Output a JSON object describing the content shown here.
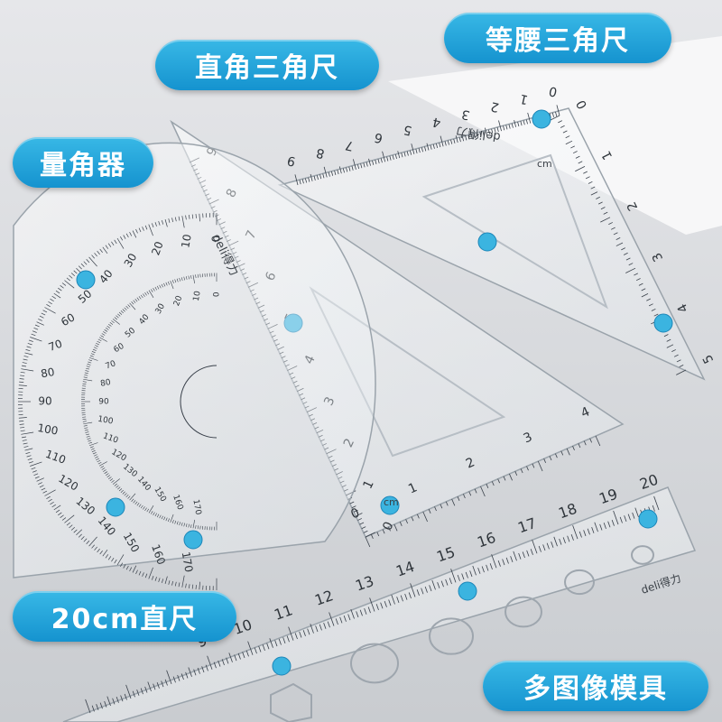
{
  "labels": {
    "right_triangle": "直角三角尺",
    "isosceles_triangle": "等腰三角尺",
    "protractor": "量角器",
    "ruler": "20cm直尺",
    "templates": "多图像模具"
  },
  "brand": "deli得力",
  "unit": "cm",
  "ruler_numbers": [
    "9",
    "10",
    "11",
    "12",
    "13",
    "14",
    "15",
    "16",
    "17",
    "18",
    "19",
    "20"
  ],
  "protractor_outer": [
    "0",
    "10",
    "20",
    "30",
    "40",
    "50",
    "60",
    "70",
    "80",
    "90",
    "100",
    "110",
    "120",
    "130",
    "140",
    "150",
    "160",
    "170"
  ],
  "protractor_inner": [
    "0",
    "10",
    "20",
    "30",
    "40",
    "50",
    "60",
    "70",
    "80",
    "90",
    "100",
    "110",
    "120",
    "130",
    "140",
    "150",
    "160",
    "170"
  ],
  "triangle_big_numbers": [
    "0",
    "1",
    "2",
    "3",
    "4",
    "5",
    "6",
    "7",
    "8",
    "9"
  ],
  "triangle_base_numbers": [
    "0",
    "1",
    "2",
    "3",
    "4"
  ],
  "iso_top_numbers": [
    "0",
    "1",
    "2",
    "3",
    "4",
    "5",
    "6",
    "7",
    "8",
    "9"
  ],
  "iso_right_numbers": [
    "0",
    "1",
    "2",
    "3",
    "4",
    "5"
  ],
  "colors": {
    "accent": "#1a9ad6",
    "badge": "#3bb4e0",
    "background": "#d9dbde"
  }
}
